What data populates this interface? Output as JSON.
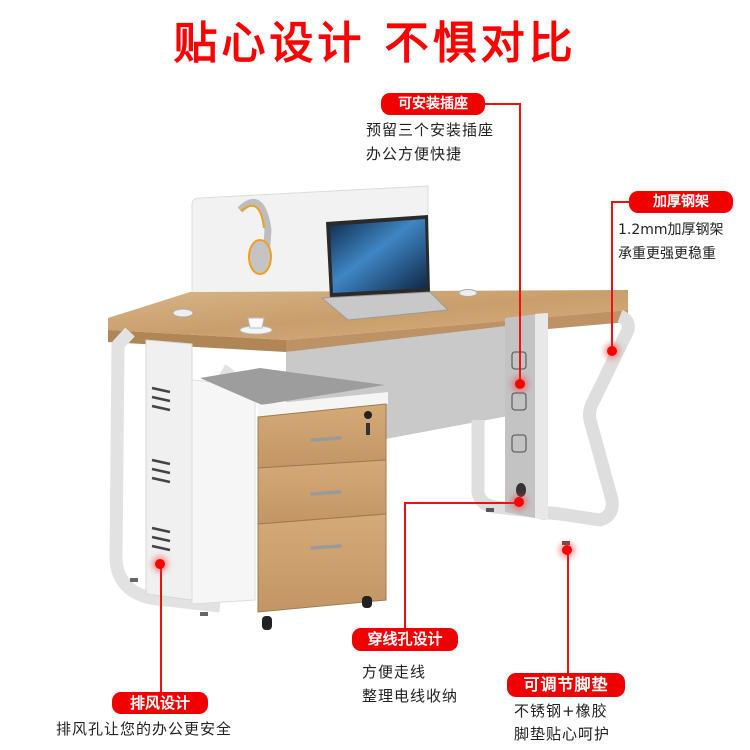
{
  "title": "贴心设计  不惧对比",
  "colors": {
    "accent": "#f00000",
    "wood": "#c9a273",
    "frame": "#e8e8e8",
    "text": "#222222"
  },
  "callouts": {
    "socket": {
      "label": "可安装插座",
      "lines": [
        "预留三个安装插座",
        "办公方便快捷"
      ]
    },
    "steel": {
      "label": "加厚钢架",
      "lines": [
        "1.2mm加厚钢架",
        "承重更强更稳重"
      ]
    },
    "cable": {
      "label": "穿线孔设计",
      "lines": [
        "方便走线",
        "整理电线收纳"
      ]
    },
    "feet": {
      "label": "可调节脚垫",
      "lines": [
        "不锈钢+橡胶",
        "脚垫贴心呵护"
      ]
    },
    "vent": {
      "label": "排风设计",
      "lines": [
        "排风孔让您的办公更安全"
      ]
    }
  },
  "product": {
    "items": [
      "desk",
      "privacy-panel",
      "headphones",
      "laptop",
      "coffee-cup",
      "mobile-pedestal-3-drawers",
      "cpu-holder",
      "steel-frame-legs"
    ]
  }
}
